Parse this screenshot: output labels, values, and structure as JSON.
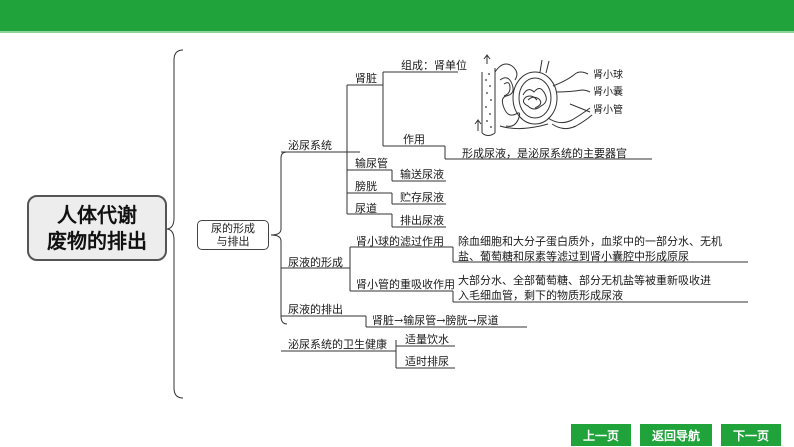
{
  "colors": {
    "header": "#1fa33a",
    "header_line": "#8fd39c",
    "nav_button": "#1fa33a"
  },
  "diagram": {
    "root": {
      "line1": "人体代谢",
      "line2": "废物的排出"
    },
    "hub": {
      "line1": "尿的形成",
      "line2": "与排出"
    },
    "urinary_system": {
      "label": "泌尿系统",
      "kidney": {
        "label": "肾脏",
        "composition": "组成：肾单位",
        "figure_labels": [
          "肾小球",
          "肾小囊",
          "肾小管"
        ],
        "function_label": "作用",
        "function_text": "形成尿液，是泌尿系统的主要器官"
      },
      "ureter": {
        "label": "输尿管",
        "text": "输送尿液"
      },
      "bladder": {
        "label": "膀胱",
        "text": "贮存尿液"
      },
      "urethra": {
        "label": "尿道",
        "text": "排出尿液"
      }
    },
    "formation": {
      "label": "尿液的形成",
      "filtration": {
        "label": "肾小球的滤过作用",
        "line1": "除血细胞和大分子蛋白质外，血浆中的一部分水、无机",
        "line2": "盐、葡萄糖和尿素等滤过到肾小囊腔中形成原尿"
      },
      "reabsorption": {
        "label": "肾小管的重吸收作用",
        "line1": "大部分水、全部葡萄糖、部分无机盐等被重新吸收进",
        "line2": "入毛细血管，剩下的物质形成尿液"
      }
    },
    "excretion": {
      "label": "尿液的排出",
      "path": "肾脏→输尿管→膀胱→尿道"
    },
    "hygiene": {
      "label": "泌尿系统的卫生健康",
      "item1": "适量饮水",
      "item2": "适时排尿"
    }
  },
  "nav": {
    "prev": "上一页",
    "home": "返回导航",
    "next": "下一页"
  }
}
